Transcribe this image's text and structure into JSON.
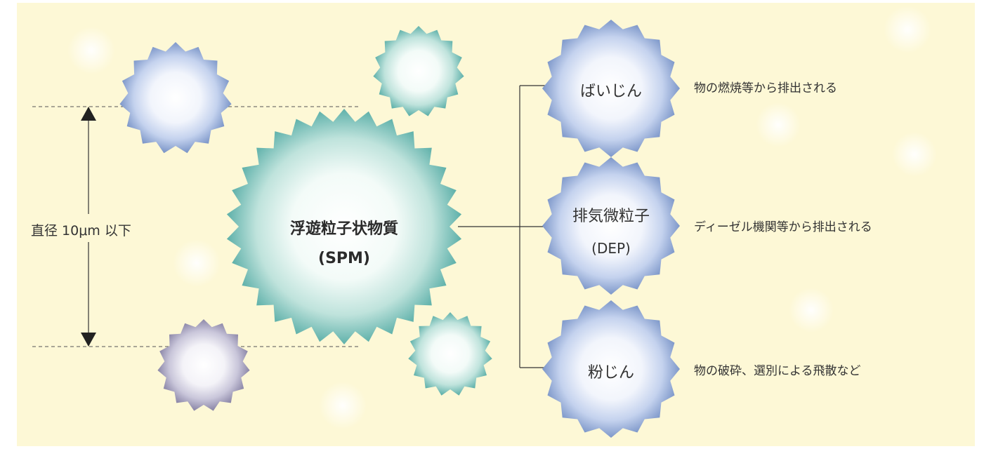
{
  "diameter_label": "直径 10μm 以下",
  "main_particle": {
    "name": "浮遊粒子状物質",
    "abbr": "(SPM)"
  },
  "types": [
    {
      "name": "ばいじん",
      "abbr": "",
      "description": "物の燃焼等から排出される"
    },
    {
      "name": "排気微粒子",
      "abbr": "(DEP)",
      "description": "ディーゼル機関等から排出される"
    },
    {
      "name": "粉じん",
      "abbr": "",
      "description": "物の破砕、選別による飛散など"
    }
  ],
  "colors": {
    "background": "#fdf8d6",
    "teal_edge": "#5fb1aa",
    "blue_edge": "#7d97c9",
    "gray_edge": "#8c87a8",
    "line": "#333333"
  }
}
